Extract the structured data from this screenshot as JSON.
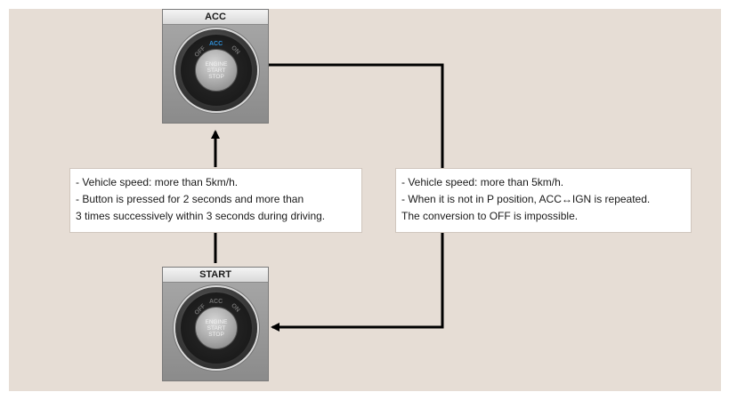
{
  "acc_panel": {
    "title": "ACC",
    "labels": {
      "off": "OFF",
      "acc": "ACC",
      "on": "ON"
    },
    "button_lines": [
      "ENGINE",
      "START",
      "STOP"
    ]
  },
  "start_panel": {
    "title": "START",
    "labels": {
      "off": "OFF",
      "acc": "ACC",
      "on": "ON"
    },
    "button_lines": [
      "ENGINE",
      "START",
      "STOP"
    ]
  },
  "left_note": {
    "lines": [
      "- Vehicle speed: more than  5km/h.",
      "- Button is pressed for 2 seconds and more than",
      "3 times successively within 3 seconds during driving."
    ]
  },
  "right_note": {
    "lines": [
      "- Vehicle speed: more than  5km/h.",
      "- When it is not in P position,  ACC↔IGN is repeated.",
      "The conversion to OFF is impossible."
    ]
  },
  "colors": {
    "background": "#e6ddd5",
    "arrow": "#000000",
    "active_label": "#2f8fd8"
  }
}
